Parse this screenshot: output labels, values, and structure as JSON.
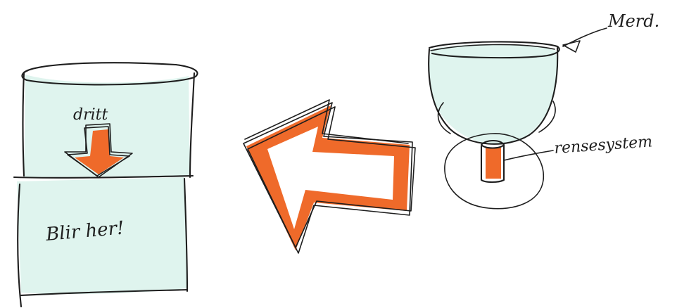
{
  "labels": {
    "dritt": "dritt",
    "bli_her": "Blir her!",
    "merd": "Merd.",
    "rensesystem": "rensesystem"
  },
  "colors": {
    "ink": "#1e1e1e",
    "accent_orange": "#ef6a2a",
    "wash_mint": "#d4f0e8",
    "background": "#ffffff"
  }
}
